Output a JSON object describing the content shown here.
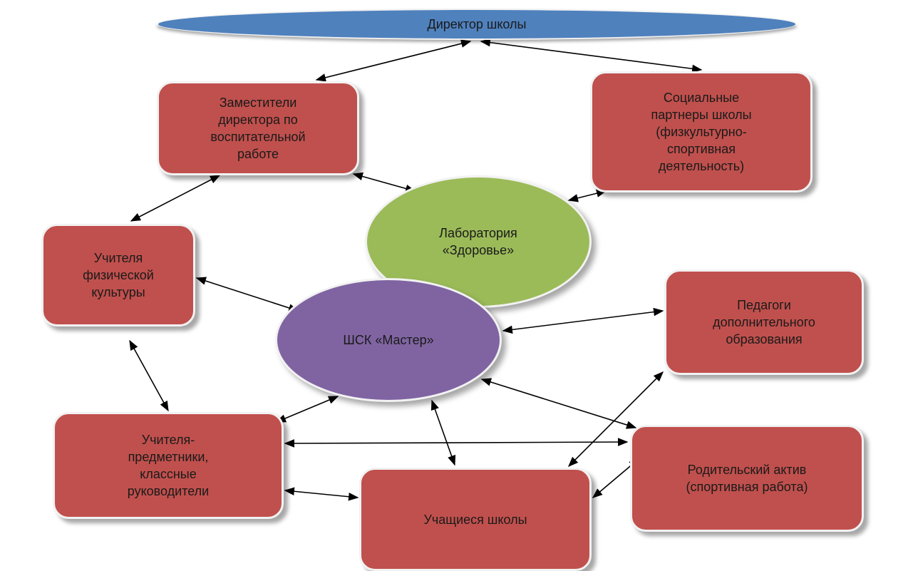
{
  "colors": {
    "director": "#4f81bd",
    "box": "#c0504d",
    "laboratory": "#9bbb59",
    "club": "#8064a2",
    "arrow": "#000000"
  },
  "nodes": {
    "director": "Директор школы",
    "deputies": "Заместители\nдиректора по\nвоспитательной\nработе",
    "partners": "Социальные\nпартнеры школы\n(физкультурно-\nспортивная\nдеятельность)",
    "laboratory": "Лаборатория\n«Здоровье»",
    "pe_teachers": "Учителя\nфизической\nкультуры",
    "club": "ШСК «Мастер»",
    "extra_teachers": "Педагоги\nдополнительного\nобразования",
    "subject_teachers": "Учителя-\nпредметники,\nклассные\nруководители",
    "parents": "Родительский актив\n(спортивная работа)",
    "students": "Учащиеся школы"
  },
  "connections": [
    [
      "director",
      "deputies"
    ],
    [
      "director",
      "partners"
    ],
    [
      "deputies",
      "laboratory"
    ],
    [
      "deputies",
      "pe_teachers"
    ],
    [
      "partners",
      "laboratory"
    ],
    [
      "pe_teachers",
      "club"
    ],
    [
      "pe_teachers",
      "subject_teachers"
    ],
    [
      "extra_teachers",
      "club"
    ],
    [
      "club",
      "subject_teachers"
    ],
    [
      "club",
      "students"
    ],
    [
      "club",
      "parents"
    ],
    [
      "subject_teachers",
      "parents"
    ],
    [
      "subject_teachers",
      "students"
    ],
    [
      "students",
      "extra_teachers"
    ],
    [
      "students",
      "parents"
    ]
  ]
}
